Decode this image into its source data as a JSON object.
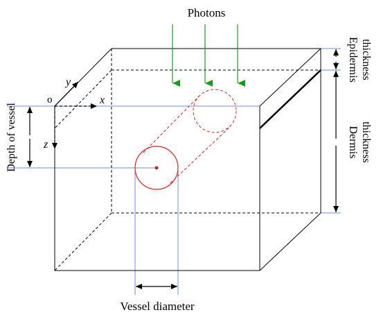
{
  "labels": {
    "photons": "Photons",
    "epidermis_thickness_1": "Epidermis",
    "epidermis_thickness_2": "thickness",
    "dermis_thickness_1": "Dermis",
    "dermis_thickness_2": "thickness",
    "depth_of_vessel": "Depth of vessel",
    "vessel_diameter": "Vessel diameter"
  },
  "axes": {
    "origin": "o",
    "x": "x",
    "y": "y",
    "z": "z"
  },
  "colors": {
    "box_edges": "#000000",
    "guide_lines": "#6b8fd6",
    "vessel": "#d62020",
    "photon_arrows": "#1a9a1a",
    "dimension_arrows": "#000000"
  }
}
